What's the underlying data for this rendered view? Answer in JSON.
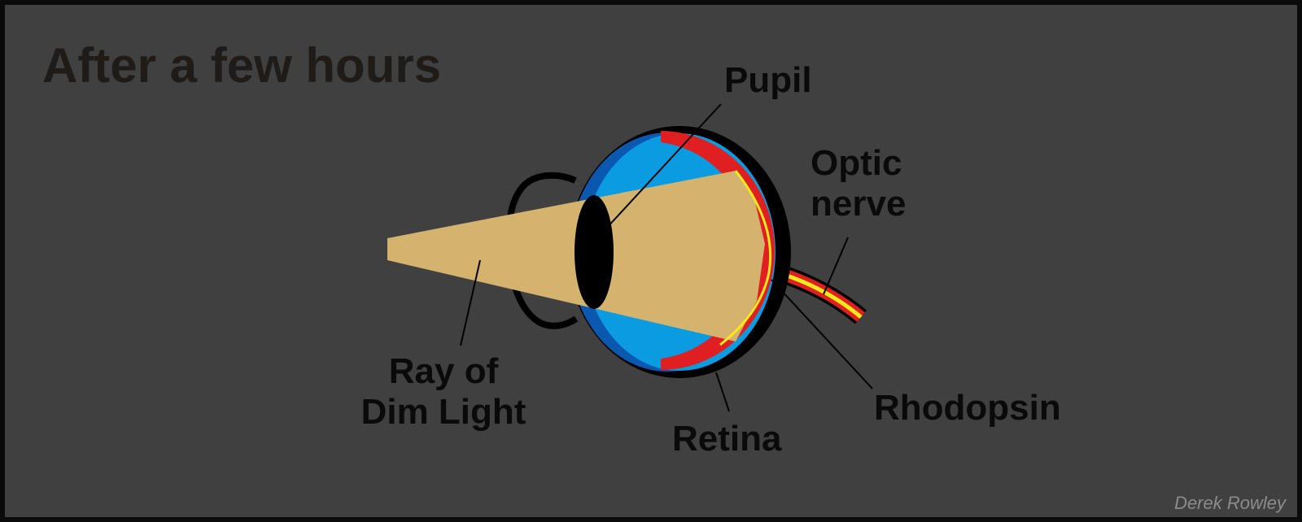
{
  "diagram": {
    "title": "After a few hours",
    "labels": {
      "pupil": "Pupil",
      "optic_nerve_line1": "Optic",
      "optic_nerve_line2": "nerve",
      "ray_line1": "Ray of",
      "ray_line2": "Dim Light",
      "retina": "Retina",
      "rhodopsin": "Rhodopsin"
    },
    "credit": "Derek Rowley",
    "colors": {
      "background": "#404040",
      "frame": "#0b0b0b",
      "light_ray": "#d4b36e",
      "eye_fluid": "#0a9be0",
      "cornea": "#0a58b0",
      "retina": "#e02020",
      "rhodopsin": "#f5ea1a",
      "outline": "#000000"
    }
  }
}
